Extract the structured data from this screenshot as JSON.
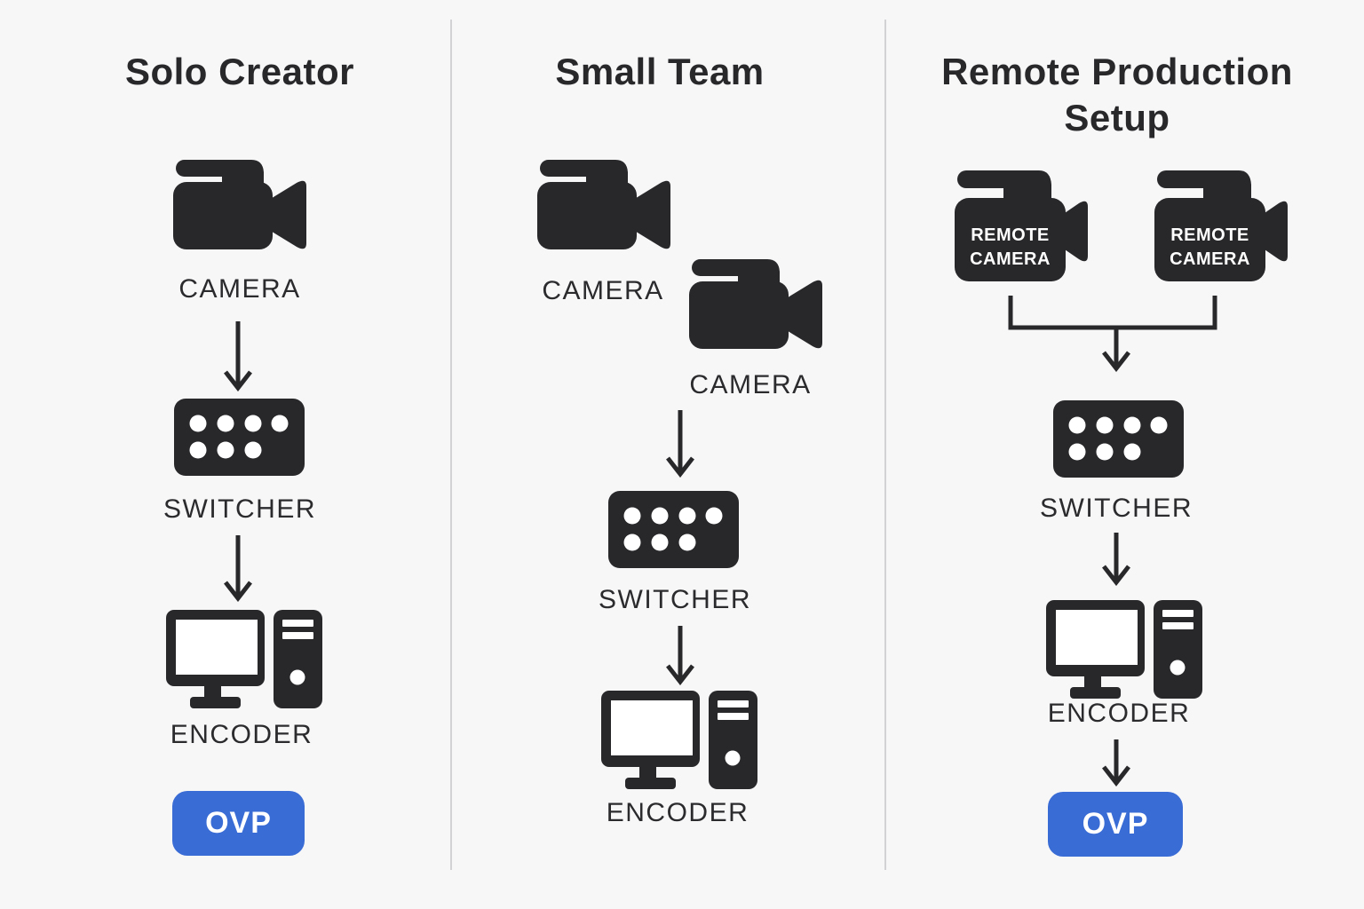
{
  "palette": {
    "background": "#f7f7f8",
    "divider": "#d2d2d5",
    "ink": "#28282b",
    "ovp_blue": "#3a6cd6",
    "ovp_text": "#ffffff",
    "camera_text": "#ffffff"
  },
  "columns": [
    {
      "title": "Solo Creator",
      "camera_label": "CAMERA",
      "switcher_label": "SWITCHER",
      "encoder_label": "ENCODER",
      "ovp_label": "OVP"
    },
    {
      "title": "Small Team",
      "camera1_label": "CAMERA",
      "camera2_label": "CAMERA",
      "switcher_label": "SWITCHER",
      "encoder_label": "ENCODER"
    },
    {
      "title": "Remote Production Setup",
      "remote_camera1": {
        "line1": "REMOTE",
        "line2": "CAMERA"
      },
      "remote_camera2": {
        "line1": "REMOTE",
        "line2": "CAMERA"
      },
      "switcher_label": "SWITCHER",
      "encoder_label": "ENCODER",
      "ovp_label": "OVP"
    }
  ]
}
